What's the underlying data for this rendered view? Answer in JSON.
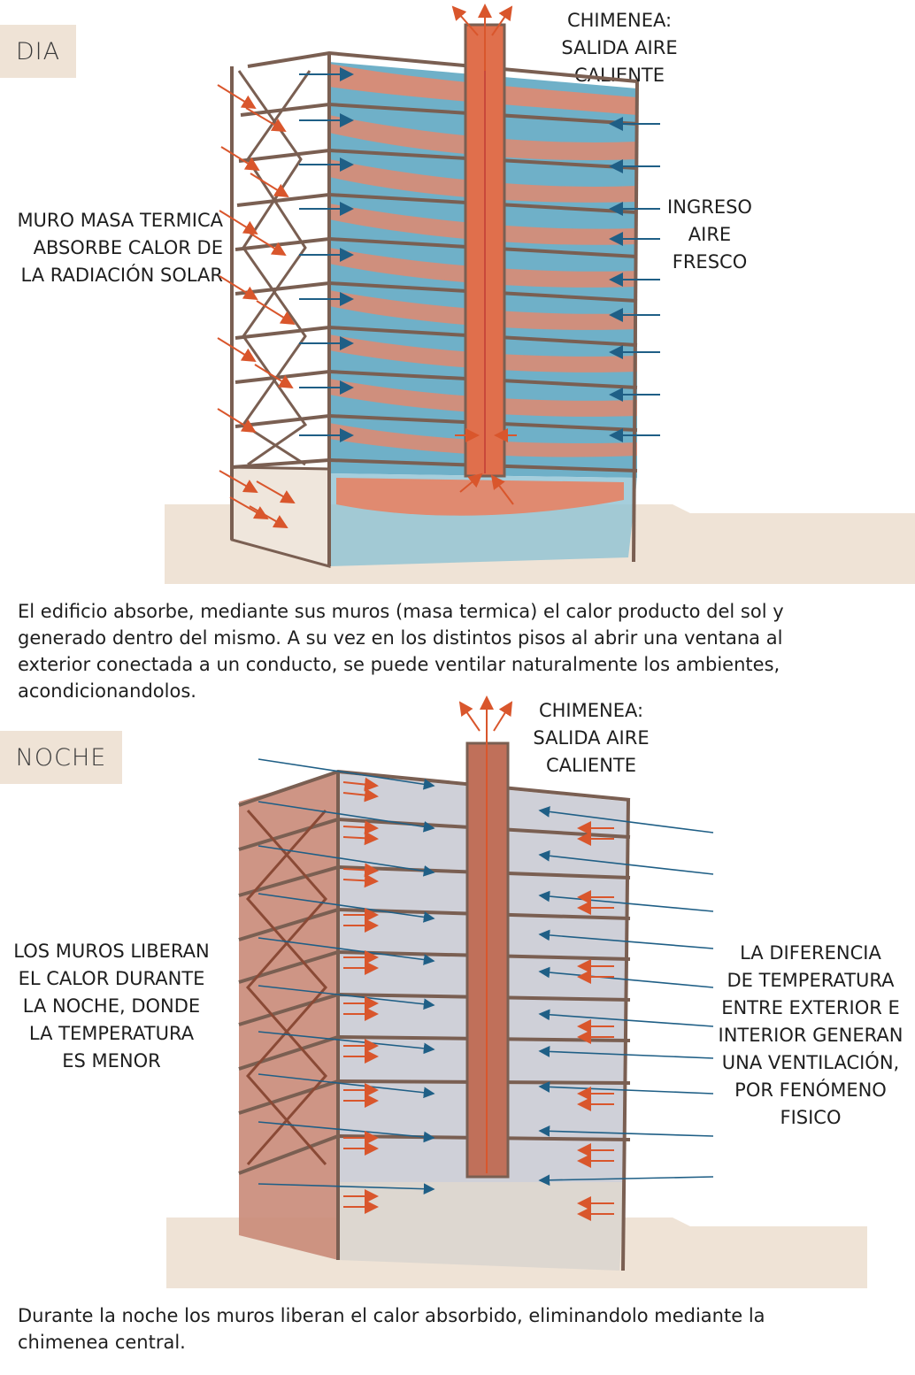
{
  "dia": {
    "tag": "DIA",
    "chimney_label": [
      "CHIMENEA:",
      "SALIDA AIRE",
      "CALIENTE"
    ],
    "left_label": [
      "MURO MASA TERMICA",
      "ABSORBE CALOR DE",
      "LA RADIACIÓN SOLAR"
    ],
    "right_label": [
      "INGRESO",
      "AIRE",
      "FRESCO"
    ],
    "description": [
      "El edificio absorbe, mediante sus muros (masa termica) el calor producto del sol y",
      "generado dentro del mismo. A su vez en los distintos pisos al abrir una ventana al",
      "exterior conectada a un conducto, se puede ventilar naturalmente los ambientes,",
      "acondicionandolos."
    ]
  },
  "noche": {
    "tag": "NOCHE",
    "chimney_label": [
      "CHIMENEA:",
      "SALIDA AIRE",
      "CALIENTE"
    ],
    "left_label": [
      "LOS MUROS LIBERAN",
      "EL CALOR DURANTE",
      "LA NOCHE, DONDE",
      "LA TEMPERATURA",
      "ES MENOR"
    ],
    "right_label": [
      "LA DIFERENCIA",
      "DE TEMPERATURA",
      "ENTRE EXTERIOR E",
      "INTERIOR GENERAN",
      "UNA VENTILACIÓN,",
      "POR FENÓMENO",
      "FISICO"
    ],
    "description": [
      "Durante la noche los muros liberan el calor absorbido, eliminandolo mediante la",
      "chimenea central."
    ]
  },
  "colors": {
    "hot_air": "#dc7358",
    "cool_air": "#5ba3bd",
    "warm_wall": "#c98a78",
    "frame": "#7a5f52",
    "ground": "#efe3d6",
    "arrow_red": "#d9562c",
    "arrow_blue": "#1f5f86"
  }
}
